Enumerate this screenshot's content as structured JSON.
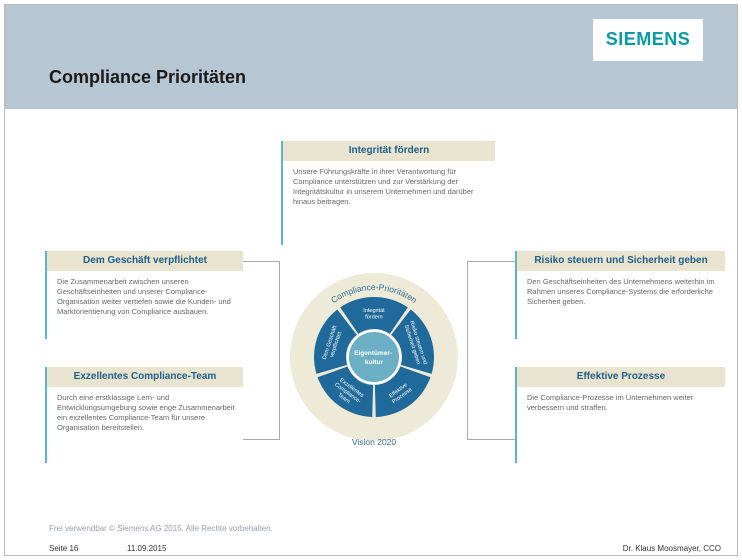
{
  "header": {
    "logo": "SIEMENS",
    "title": "Compliance Prioritäten"
  },
  "cards": {
    "top": {
      "title": "Integrität fördern",
      "text": "Unsere Führungskräfte in ihrer Verantwortung für Compliance unterstützen und zur Verstärkung der Integritätskultur in unserem Unternehmen und darüber hinaus beitragen."
    },
    "left_top": {
      "title": "Dem Geschäft verpflichtet",
      "text": "Die Zusammenarbeit zwischen unseren Geschäftseinheiten und unserer Compliance-Organisation weiter vertiefen sowie die Kunden- und Marktorientierung von Compliance ausbauen."
    },
    "left_bottom": {
      "title": "Exzellentes Compliance-Team",
      "text": "Durch eine erstklassige Lern- und Entwicklungsumgebung sowie enge Zusammenarbeit ein exzellentes Compliance-Team für unsere Organisation bereitstellen."
    },
    "right_top": {
      "title": "Risiko steuern und Sicherheit geben",
      "text": "Den Geschäftseinheiten des Unternehmens weiterhin im Rahmen unseres Compliance-Systems die erforderliche Sicherheit geben."
    },
    "right_bottom": {
      "title": "Effektive Prozesse",
      "text": "Die Compliance-Prozesse im Unternehmen weiter verbessern und straffen."
    }
  },
  "diagram": {
    "outer_top_label": "Compliance-Prioritäten",
    "outer_bottom_label": "Vision 2020",
    "center": [
      "Eigentümer-",
      "kultur"
    ],
    "segments": [
      [
        "Integrität",
        "fördern"
      ],
      [
        "Risiko steuern und",
        "Sicherheit geben"
      ],
      [
        "Effektive",
        "Prozesse"
      ],
      [
        "Exzellentes",
        "Compliance-",
        "Team"
      ],
      [
        "Dem Geschäft",
        "verpflichtet"
      ]
    ],
    "colors": {
      "outer_ring": "#eeead8",
      "segment": "#1f6a9a",
      "center": "#6aafc4",
      "accent": "#5db4c7"
    }
  },
  "footer": {
    "note": "Frei verwendbar © Siemens AG 2015. Alle Rechte vorbehalten.",
    "page": "Seite 16",
    "date": "11.09.2015",
    "author": "Dr. Klaus Moosmayer, CCO"
  }
}
